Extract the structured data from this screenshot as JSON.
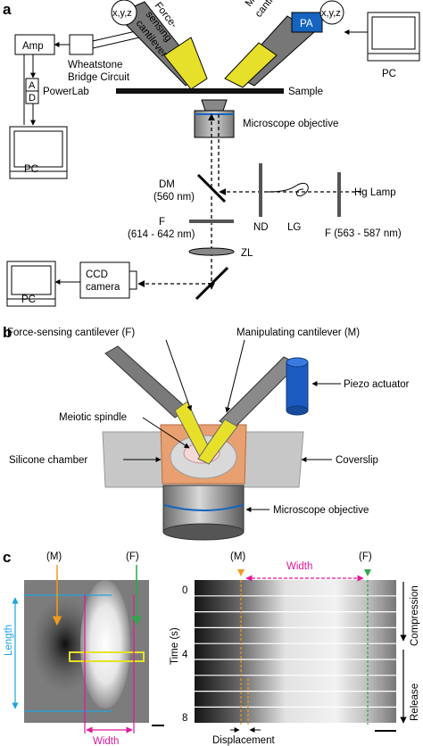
{
  "panels": {
    "a": "a",
    "b": "b",
    "c": "c"
  },
  "panel_a": {
    "amp": "Amp",
    "xyz": "x,y,z",
    "force_sensing_1": "Force-",
    "force_sensing_2": "sensing",
    "force_sensing_3": "cantilever",
    "manipulating_1": "Manipulating",
    "manipulating_2": "cantilever",
    "pa": "PA",
    "pc": "PC",
    "wheatstone_1": "Wheatstone",
    "wheatstone_2": "Bridge Circuit",
    "ad_a": "A",
    "ad_d": "D",
    "powerlab": "PowerLab",
    "sample": "Sample",
    "objective": "Microscope objective",
    "dm_1": "DM",
    "dm_2": "(560 nm)",
    "nd": "ND",
    "lg": "LG",
    "hg_lamp": "Hg Lamp",
    "f_left_1": "F",
    "f_left_2": "(614 - 642 nm)",
    "f_right": "F (563 - 587 nm)",
    "zl": "ZL",
    "ccd_1": "CCD",
    "ccd_2": "camera"
  },
  "panel_b": {
    "force_cantilever": "Force-sensing cantilever (F)",
    "manip_cantilever": "Manipulating cantilever (M)",
    "piezo": "Piezo actuator",
    "spindle": "Meiotic spindle",
    "chamber": "Silicone chamber",
    "coverslip": "Coverslip",
    "objective": "Microscope objective"
  },
  "panel_c": {
    "m_label": "(M)",
    "f_label": "(F)",
    "length": "Length",
    "width": "Width",
    "m_label_right": "(M)",
    "f_label_right": "(F)",
    "width_right": "Width",
    "time_axis": "Time (s)",
    "time_ticks": [
      "0",
      "4",
      "8"
    ],
    "compression": "Compression",
    "release": "Release",
    "displacement": "Displacement"
  },
  "colors": {
    "cantilever_fill": "#e6e02a",
    "pa_blue": "#1565c0",
    "chamber_orange": "#e8a070",
    "piezo_blue": "#1c5cc0",
    "cyan": "#1ea3e0",
    "orange": "#f29a1a",
    "green": "#2ea84a",
    "magenta": "#e0189a"
  }
}
